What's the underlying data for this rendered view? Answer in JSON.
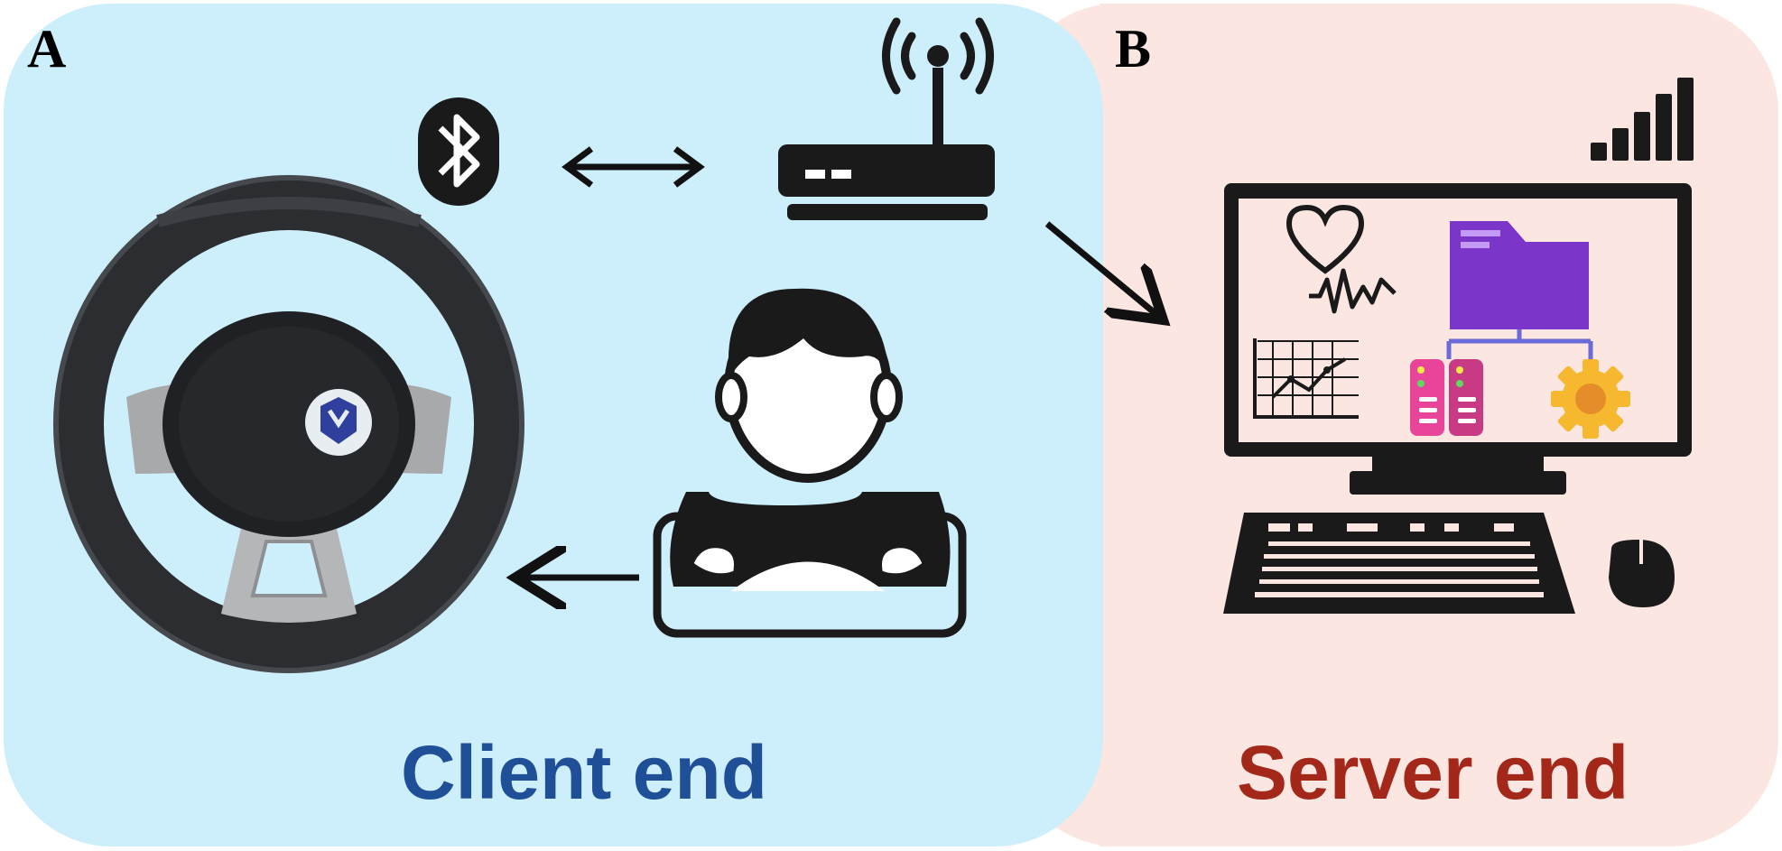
{
  "panels": {
    "client": {
      "letter": "A",
      "caption": "Client end",
      "caption_color": "#1f4f96",
      "background": "#cdeefb"
    },
    "server": {
      "letter": "B",
      "caption": "Server end",
      "caption_color": "#a3281a",
      "background": "#fbe6e1"
    }
  },
  "icons": {
    "client": [
      "steering-wheel-icon",
      "bluetooth-icon",
      "double-arrow-icon",
      "wifi-router-icon",
      "driver-icon",
      "arrow-left-icon"
    ],
    "server": [
      "signal-bars-icon",
      "monitor-icon",
      "heartbeat-icon",
      "folder-icon",
      "chart-icon",
      "server-icon",
      "gear-icon",
      "keyboard-icon",
      "mouse-icon",
      "arrow-diagonal-icon"
    ]
  },
  "colors": {
    "dark": "#1a1a1a",
    "folder": "#7b35c9",
    "server_rack": "#e8459a",
    "gear": "#f5b82e"
  }
}
